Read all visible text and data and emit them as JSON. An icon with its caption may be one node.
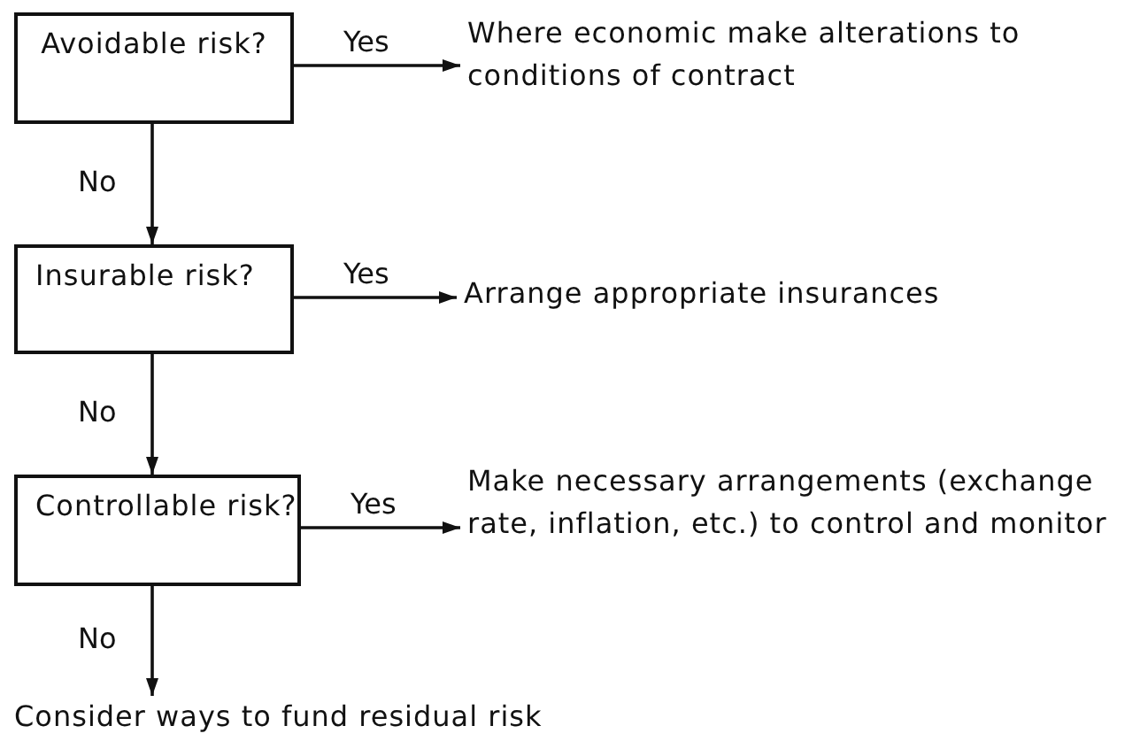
{
  "diagram": {
    "nodes": [
      {
        "text": [
          "Avoidable risk?"
        ]
      },
      {
        "text": [
          "Where economic make alterations to conditions of contract"
        ]
      },
      {
        "text": [
          "Insurable risk?"
        ]
      },
      {
        "text": [
          "Arrange appropriate insurances"
        ]
      },
      {
        "text": [
          "Controllable risk?"
        ]
      },
      {
        "text": [
          "Make necessary arrangements (exchange rate, inflation, etc.) to control and monitor"
        ]
      },
      {
        "text": [
          "Consider ways to fund residual risk"
        ]
      }
    ],
    "edges": [
      {
        "from": 0,
        "to": 1,
        "arrow": "to",
        "label": "Yes"
      },
      {
        "from": 0,
        "to": 2,
        "arrow": "to",
        "label": "No"
      },
      {
        "from": 2,
        "to": 3,
        "arrow": "to",
        "label": "Yes"
      },
      {
        "from": 2,
        "to": 4,
        "arrow": "to",
        "label": "No"
      },
      {
        "from": 4,
        "to": 5,
        "arrow": "to",
        "label": "Yes"
      },
      {
        "from": 4,
        "to": 6,
        "arrow": "to",
        "label": "No"
      }
    ]
  }
}
